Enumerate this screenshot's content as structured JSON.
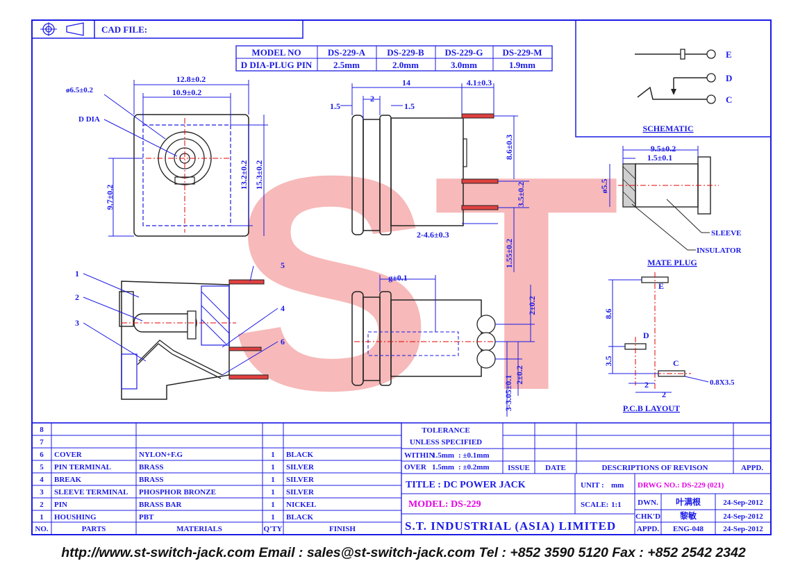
{
  "header": {
    "cad_file_label": "CAD FILE:"
  },
  "model_table": {
    "row_labels": [
      "MODEL NO",
      "D DIA-PLUG PIN"
    ],
    "columns": [
      {
        "model": "DS-229-A",
        "dia": "2.5mm"
      },
      {
        "model": "DS-229-B",
        "dia": "2.0mm"
      },
      {
        "model": "DS-229-G",
        "dia": "3.0mm"
      },
      {
        "model": "DS-229-M",
        "dia": "1.9mm"
      }
    ]
  },
  "schematic": {
    "title": "SCHEMATIC",
    "terminals": [
      "E",
      "D",
      "C"
    ]
  },
  "watermark": "ST",
  "front_view": {
    "dims": {
      "outer_width": "12.8±0.2",
      "inner_width": "10.9±0.2",
      "hole_dia": "ø6.5±0.2",
      "d_dia": "D DIA",
      "height_left": "9.7±0.2",
      "inner_height": "13.2±0.2",
      "outer_height": "15.3±0.2"
    }
  },
  "side_view": {
    "dims": {
      "length": "14",
      "right_offset": "4.1±0.3",
      "spacing": "2",
      "left_flange": "1.5",
      "right_flange": "1.5",
      "pin_height_1": "8.6±0.3",
      "pin_height_2": "3.5±0.2",
      "pin_spacing": "2-4.6±0.3",
      "pin_low": "1.55±0.2"
    }
  },
  "mate_plug": {
    "title": "MATE PLUG",
    "dims": {
      "length": "9.5±0.2",
      "insulator": "1.5±0.1",
      "dia": "ø5.5"
    },
    "labels": {
      "sleeve": "SLEEVE",
      "insulator": "INSULATOR"
    }
  },
  "section_view": {
    "callouts": [
      "1",
      "2",
      "3",
      "4",
      "5",
      "6"
    ]
  },
  "bottom_view": {
    "dims": {
      "gap": "g±0.1",
      "pin_gap_1": "2±0.2",
      "pin_gap_2": "2±0.2",
      "offset": "3-3.05±0.1"
    }
  },
  "pcb_layout": {
    "title": "P.C.B LAYOUT",
    "labels": [
      "E",
      "D",
      "C"
    ],
    "dims": {
      "vertical_1": "8.6",
      "vertical_2": "3.5",
      "horizontal_1": "2",
      "horizontal_2": "2",
      "slot": "0.8X3.5"
    }
  },
  "bom": {
    "headers": {
      "no": "NO.",
      "parts": "PARTS",
      "materials": "MATERIALS",
      "qty": "Q'TY",
      "finish": "FINISH"
    },
    "rows": [
      {
        "no": "8",
        "part": "",
        "material": "",
        "qty": "",
        "finish": ""
      },
      {
        "no": "7",
        "part": "",
        "material": "",
        "qty": "",
        "finish": ""
      },
      {
        "no": "6",
        "part": "COVER",
        "material": "NYLON+F.G",
        "qty": "1",
        "finish": "BLACK"
      },
      {
        "no": "5",
        "part": "PIN TERMINAL",
        "material": "BRASS",
        "qty": "1",
        "finish": "SILVER"
      },
      {
        "no": "4",
        "part": "BREAK",
        "material": "BRASS",
        "qty": "1",
        "finish": "SILVER"
      },
      {
        "no": "3",
        "part": "SLEEVE TERMINAL",
        "material": "PHOSPHOR BRONZE",
        "qty": "1",
        "finish": "SILVER"
      },
      {
        "no": "2",
        "part": "PIN",
        "material": "BRASS BAR",
        "qty": "1",
        "finish": "NICKEL"
      },
      {
        "no": "1",
        "part": "HOUSHING",
        "material": "PBT",
        "qty": "1",
        "finish": "BLACK"
      }
    ]
  },
  "tolerance": {
    "line1": "TOLERANCE",
    "line2": "UNLESS   SPECIFIED",
    "within_label": "WITHIN",
    "within_range": "1.5mm",
    "within_value": ": ±0.1mm",
    "over_label": "OVER",
    "over_range": "1.5mm",
    "over_value": ": ±0.2mm"
  },
  "revision": {
    "issue": "ISSUE",
    "date": "DATE",
    "descriptions": "DESCRIPTIONS OF REVISON",
    "appd": "APPD."
  },
  "title_block": {
    "title": "TITLE : DC POWER JACK",
    "model": "MODEL:  DS-229",
    "unit_label": "UNIT :",
    "unit_value": "mm",
    "scale_label": "SCALE:",
    "scale_value": "1:1",
    "dwg_no": "DRWG NO.: DS-229 (021)",
    "company": "S.T.  INDUSTRIAL  (ASIA)  LIMITED",
    "dwn_label": "DWN.",
    "dwn_name": "叶满根",
    "dwn_date": "24-Sep-2012",
    "chkd_label": "CHK'D",
    "chkd_name": "黎敏",
    "chkd_date": "24-Sep-2012",
    "appd_label": "APPD.",
    "appd_name": "ENG-048",
    "appd_date": "24-Sep-2012"
  },
  "footer": {
    "text": "http://www.st-switch-jack.com  Email : sales@st-switch-jack.com  Tel : +852 3590 5120  Fax : +852 2542 2342"
  }
}
